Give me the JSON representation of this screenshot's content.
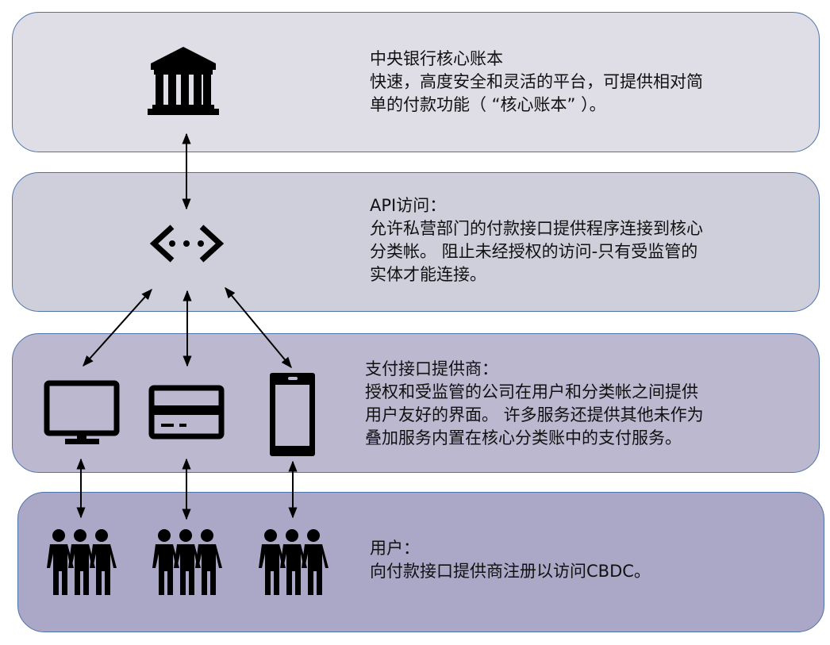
{
  "layers": [
    {
      "title": "中央银行核心账本",
      "lines": [
        "快速，高度安全和灵活的平台，可提供相对简",
        "单的付款功能（ “核心账本” ）。"
      ],
      "icon": "bank-icon"
    },
    {
      "title": "API访问：",
      "lines": [
        "允许私营部门的付款接口提供程序连接到核心",
        "分类帐。 阻止未经授权的访问-只有受监管的",
        "实体才能连接。"
      ],
      "icon": "api-icon"
    },
    {
      "title": "支付接口提供商：",
      "lines": [
        "授权和受监管的公司在用户和分类帐之间提供",
        "用户友好的界面。 许多服务还提供其他未作为",
        "叠加服务内置在核心分类账中的支付服务。"
      ],
      "icons": [
        "monitor-icon",
        "credit-card-icon",
        "smartphone-icon"
      ]
    },
    {
      "title": "用户：",
      "lines": [
        "向付款接口提供商注册以访问CBDC。"
      ],
      "icons": [
        "users-group-icon",
        "users-group-icon",
        "users-group-icon"
      ]
    }
  ],
  "colors": {
    "layer1": "#dfdde6",
    "layer2": "#cfcfdc",
    "layer3": "#bcb8d0",
    "layer4": "#aba7c6",
    "border": "#4f72a8"
  }
}
